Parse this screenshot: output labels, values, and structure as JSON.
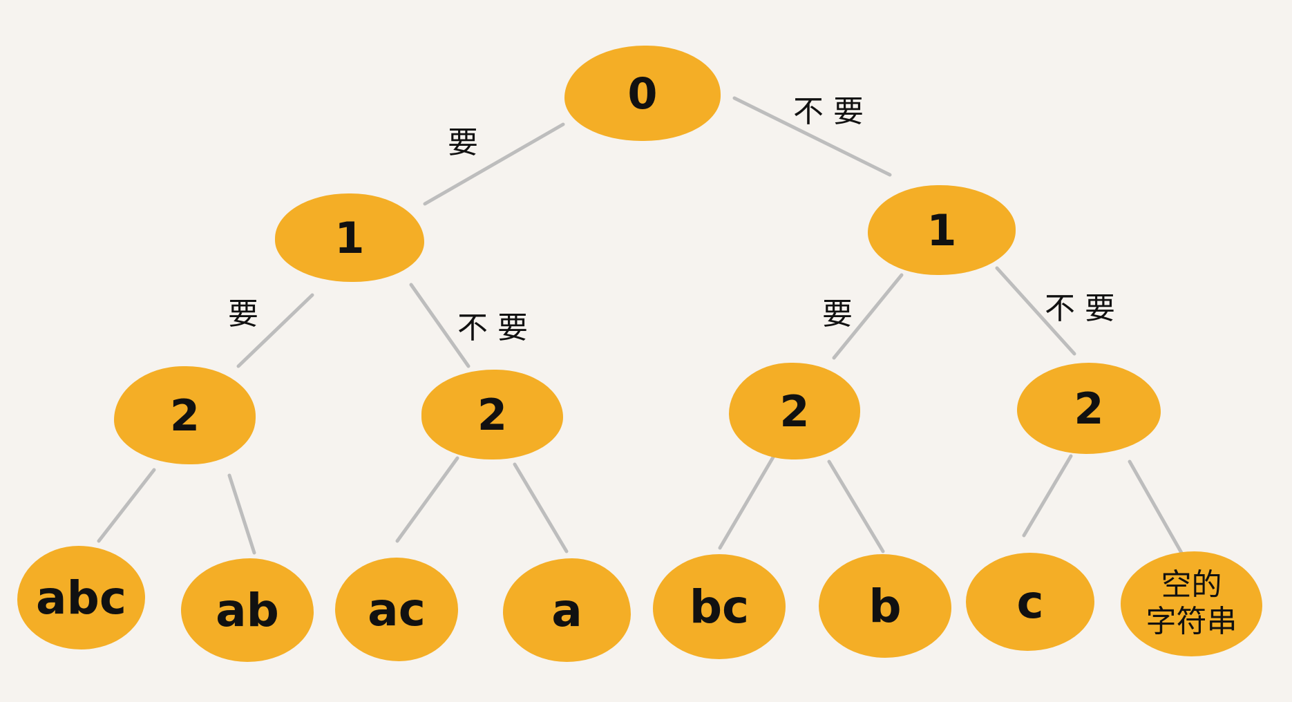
{
  "diagram": {
    "nodes": {
      "root": "0",
      "l1_left": "1",
      "l1_right": "1",
      "l2_ll": "2",
      "l2_lr": "2",
      "l2_rl": "2",
      "l2_rr": "2",
      "leaf_abc": "abc",
      "leaf_ab": "ab",
      "leaf_ac": "ac",
      "leaf_a": "a",
      "leaf_bc": "bc",
      "leaf_b": "b",
      "leaf_c": "c",
      "leaf_empty": "空的\n字符串"
    },
    "edge_labels": {
      "root_left": "要",
      "root_right": "不 要",
      "l1_left_left": "要",
      "l1_left_right": "不 要",
      "l1_right_left": "要",
      "l1_right_right": "不 要"
    },
    "colors": {
      "node_fill": "#f4ae26",
      "edge": "#bdbdbd",
      "background": "#f6f3ef",
      "text": "#111111"
    }
  }
}
